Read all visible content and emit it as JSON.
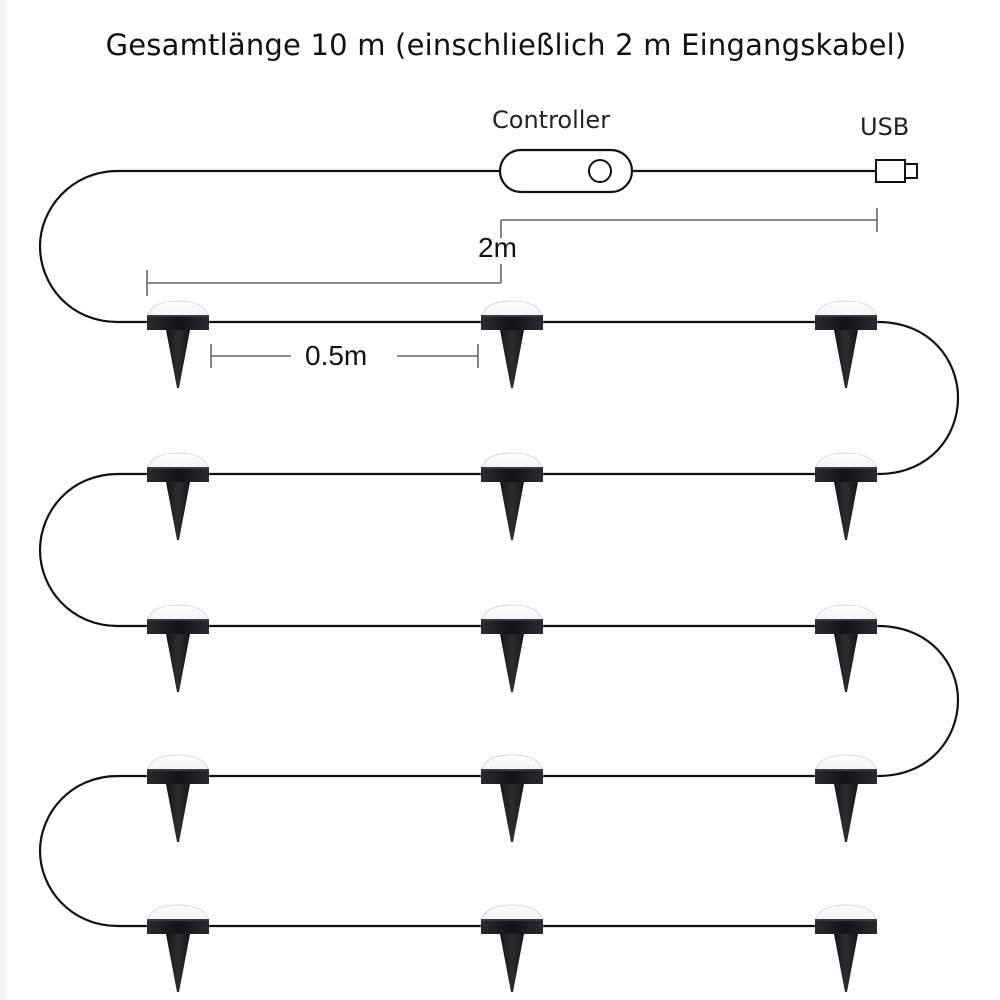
{
  "title": "Gesamtlänge 10 m (einschließlich 2 m Eingangskabel)",
  "labels": {
    "controller": "Controller",
    "usb": "USB"
  },
  "dimensions": {
    "input_cable": "2m",
    "light_spacing": "0.5m"
  },
  "lights": {
    "rows": 5,
    "per_row": 3,
    "total": 15,
    "row_y": [
      322,
      474,
      626,
      776,
      926
    ],
    "col_x": [
      178,
      512,
      846
    ]
  },
  "colors": {
    "cable": "#111111",
    "light_base": "#1e1f22",
    "dome": "#f6f6f6",
    "dimension_line": "#666666"
  }
}
